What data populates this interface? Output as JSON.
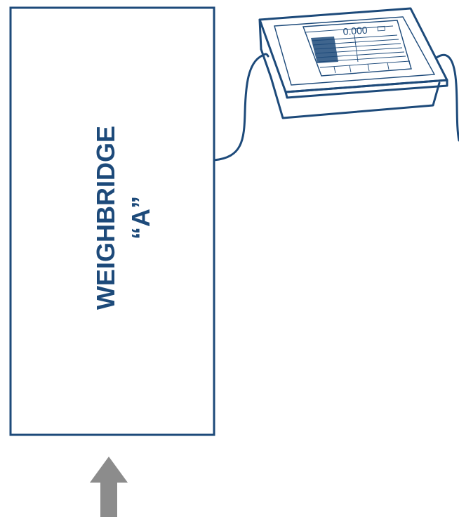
{
  "weighbridge": {
    "name": "WEIGHBRIDGE",
    "label": "“A”"
  },
  "terminal": {
    "display_reading": "0.000"
  },
  "colors": {
    "line": "#1d4a7a",
    "arrow": "#8c8c8c",
    "background": "#ffffff"
  },
  "icons": {
    "arrow": "up-arrow-icon"
  }
}
